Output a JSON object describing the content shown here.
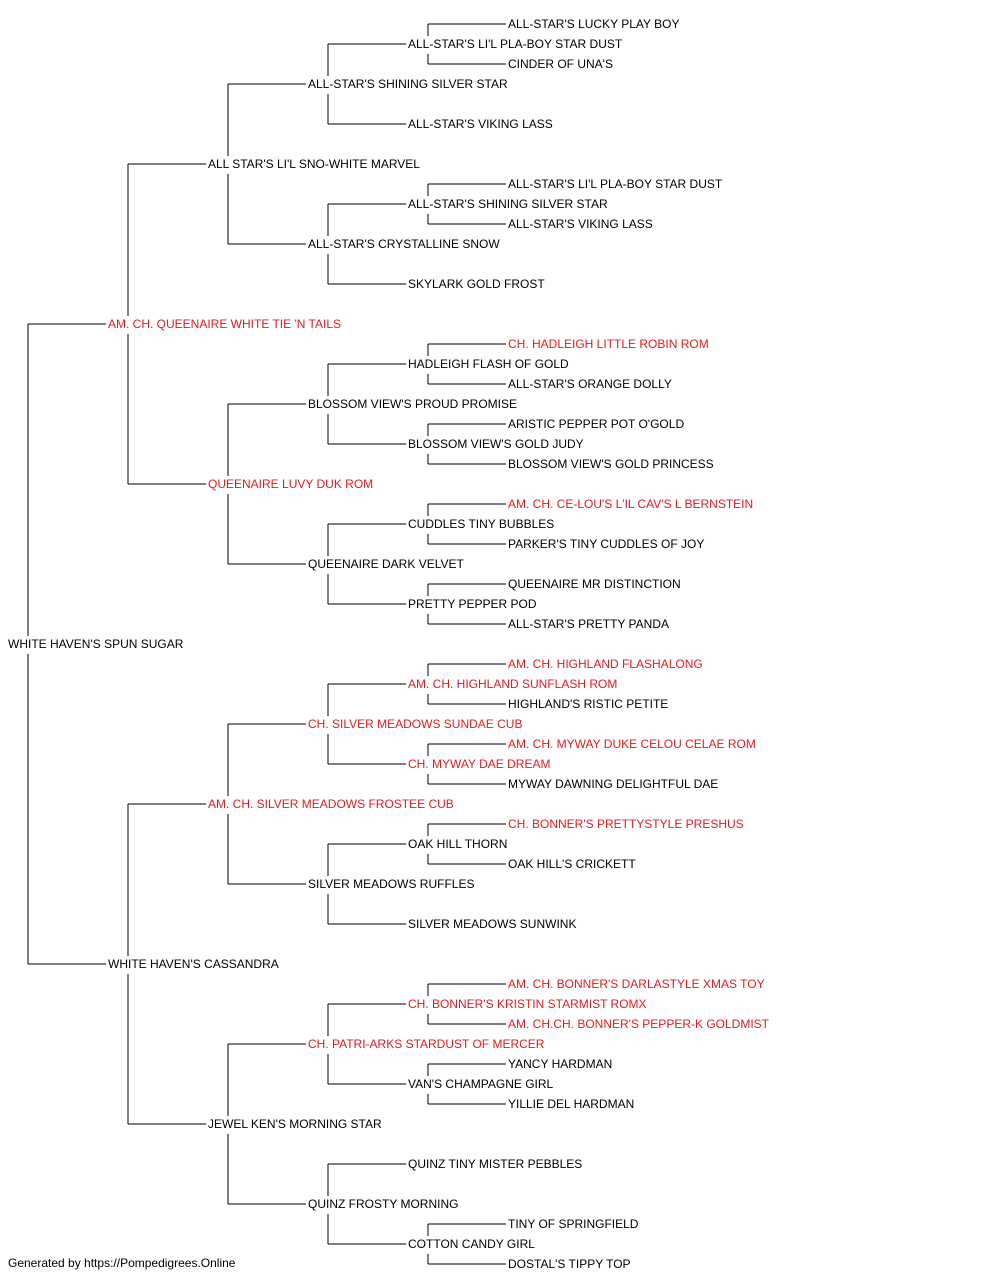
{
  "colors": {
    "champion": "#e8191c",
    "default": "#000000",
    "lines": "#000000"
  },
  "footer": "Generated by https://Pompedigrees.Online",
  "pedigree": {
    "name": "WHITE HAVEN'S SPUN SUGAR",
    "champion": false,
    "sire": {
      "name": "AM. CH. QUEENAIRE WHITE TIE 'N TAILS",
      "champion": true,
      "sire": {
        "name": "ALL STAR'S LI'L SNO-WHITE MARVEL",
        "champion": false,
        "sire": {
          "name": "ALL-STAR'S SHINING SILVER STAR",
          "champion": false,
          "sire": {
            "name": "ALL-STAR'S LI'L PLA-BOY STAR DUST",
            "champion": false,
            "sire": {
              "name": "ALL-STAR'S LUCKY PLAY BOY",
              "champion": false
            },
            "dam": {
              "name": "CINDER OF UNA'S",
              "champion": false
            }
          },
          "dam": {
            "name": "ALL-STAR'S VIKING LASS",
            "champion": false
          }
        },
        "dam": {
          "name": "ALL-STAR'S CRYSTALLINE SNOW",
          "champion": false,
          "sire": {
            "name": "ALL-STAR'S SHINING SILVER STAR",
            "champion": false,
            "sire": {
              "name": "ALL-STAR'S LI'L PLA-BOY STAR DUST",
              "champion": false
            },
            "dam": {
              "name": "ALL-STAR'S VIKING LASS",
              "champion": false
            }
          },
          "dam": {
            "name": "SKYLARK GOLD FROST",
            "champion": false
          }
        }
      },
      "dam": {
        "name": "QUEENAIRE LUVY DUK ROM",
        "champion": true,
        "sire": {
          "name": "BLOSSOM VIEW'S PROUD PROMISE",
          "champion": false,
          "sire": {
            "name": "HADLEIGH FLASH OF GOLD",
            "champion": false,
            "sire": {
              "name": "CH. HADLEIGH LITTLE ROBIN ROM",
              "champion": true
            },
            "dam": {
              "name": "ALL-STAR'S ORANGE DOLLY",
              "champion": false
            }
          },
          "dam": {
            "name": "BLOSSOM VIEW'S GOLD JUDY",
            "champion": false,
            "sire": {
              "name": "ARISTIC PEPPER POT O'GOLD",
              "champion": false
            },
            "dam": {
              "name": "BLOSSOM VIEW'S GOLD PRINCESS",
              "champion": false
            }
          }
        },
        "dam": {
          "name": "QUEENAIRE DARK VELVET",
          "champion": false,
          "sire": {
            "name": "CUDDLES TINY BUBBLES",
            "champion": false,
            "sire": {
              "name": "AM. CH. CE-LOU'S L'IL CAV'S L BERNSTEIN",
              "champion": true
            },
            "dam": {
              "name": "PARKER'S TINY CUDDLES OF JOY",
              "champion": false
            }
          },
          "dam": {
            "name": "PRETTY PEPPER POD",
            "champion": false,
            "sire": {
              "name": "QUEENAIRE MR DISTINCTION",
              "champion": false
            },
            "dam": {
              "name": "ALL-STAR'S PRETTY PANDA",
              "champion": false
            }
          }
        }
      }
    },
    "dam": {
      "name": "WHITE HAVEN'S CASSANDRA",
      "champion": false,
      "sire": {
        "name": "AM. CH. SILVER MEADOWS FROSTEE CUB",
        "champion": true,
        "sire": {
          "name": "CH. SILVER MEADOWS SUNDAE CUB",
          "champion": true,
          "sire": {
            "name": "AM. CH. HIGHLAND SUNFLASH ROM",
            "champion": true,
            "sire": {
              "name": "AM. CH. HIGHLAND FLASHALONG",
              "champion": true
            },
            "dam": {
              "name": "HIGHLAND'S RISTIC PETITE",
              "champion": false
            }
          },
          "dam": {
            "name": "CH. MYWAY DAE DREAM",
            "champion": true,
            "sire": {
              "name": "AM. CH. MYWAY DUKE CELOU CELAE ROM",
              "champion": true
            },
            "dam": {
              "name": "MYWAY DAWNING DELIGHTFUL DAE",
              "champion": false
            }
          }
        },
        "dam": {
          "name": "SILVER MEADOWS RUFFLES",
          "champion": false,
          "sire": {
            "name": "OAK HILL THORN",
            "champion": false,
            "sire": {
              "name": "CH. BONNER'S PRETTYSTYLE PRESHUS",
              "champion": true
            },
            "dam": {
              "name": "OAK HILL'S CRICKETT",
              "champion": false
            }
          },
          "dam": {
            "name": "SILVER MEADOWS SUNWINK",
            "champion": false
          }
        }
      },
      "dam": {
        "name": "JEWEL KEN'S MORNING STAR",
        "champion": false,
        "sire": {
          "name": "CH. PATRI-ARKS STARDUST OF MERCER",
          "champion": true,
          "sire": {
            "name": "CH. BONNER'S KRISTIN STARMIST ROMX",
            "champion": true,
            "sire": {
              "name": "AM. CH. BONNER'S DARLASTYLE XMAS TOY",
              "champion": true
            },
            "dam": {
              "name": "AM. CH.CH. BONNER'S PEPPER-K GOLDMIST",
              "champion": true
            }
          },
          "dam": {
            "name": "VAN'S CHAMPAGNE GIRL",
            "champion": false,
            "sire": {
              "name": "YANCY HARDMAN",
              "champion": false
            },
            "dam": {
              "name": "YILLIE DEL HARDMAN",
              "champion": false
            }
          }
        },
        "dam": {
          "name": "QUINZ FROSTY MORNING",
          "champion": false,
          "sire": {
            "name": "QUINZ TINY MISTER PEBBLES",
            "champion": false
          },
          "dam": {
            "name": "COTTON CANDY GIRL",
            "champion": false,
            "sire": {
              "name": "TINY OF SPRINGFIELD",
              "champion": false
            },
            "dam": {
              "name": "DOSTAL'S TIPPY TOP",
              "champion": false
            }
          }
        }
      }
    }
  }
}
